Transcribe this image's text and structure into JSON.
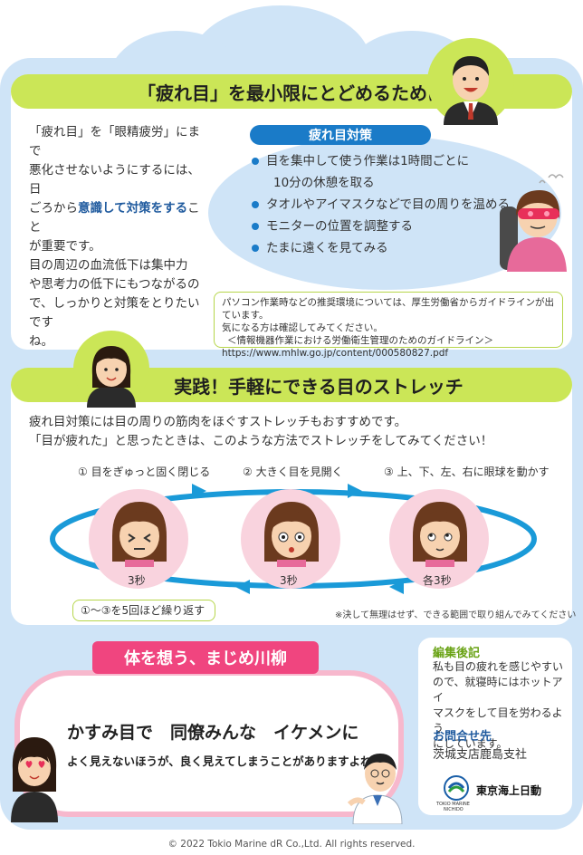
{
  "section1": {
    "title": "「疲れ目」を最小限にとどめるために",
    "intro_lines": [
      "「疲れ目」を「眼精疲労」にまで",
      "悪化させないようにするには、日",
      "ごろから",
      "意識して対策をする",
      "こと",
      "が重要です。",
      "目の周辺の血流低下は集中力",
      "や思考力の低下にもつながるの",
      "で、しっかりと対策をとりたいです",
      "ね。"
    ],
    "measures_title": "疲れ目対策",
    "measures": [
      "目を集中して使う作業は1時間ごとに",
      "10分の休憩を取る",
      "タオルやアイマスクなどで目の周りを温める",
      "モニターの位置を調整する",
      "たまに遠くを見てみる"
    ],
    "note_lines": [
      "パソコン作業時などの推奨環境については、厚生労働省からガイドラインが出ています。",
      "気になる方は確認してみてください。",
      "＜情報機器作業における労働衛生管理のためのガイドライン＞",
      "https://www.mhlw.go.jp/content/000580827.pdf"
    ]
  },
  "section2": {
    "title": "実践！手軽にできる目のストレッチ",
    "intro_lines": [
      "疲れ目対策には目の周りの筋肉をほぐすストレッチもおすすめです。",
      "「目が疲れた」と思ったときは、このような方法でストレッチをしてみてください！"
    ],
    "steps": [
      {
        "label": "① 目をぎゅっと固く閉じる",
        "duration": "3秒"
      },
      {
        "label": "② 大きく目を見開く",
        "duration": "3秒"
      },
      {
        "label": "③ 上、下、左、右に眼球を動かす",
        "duration": "各3秒"
      }
    ],
    "repeat": "①～③を5回ほど繰り返す",
    "caution": "※決して無理はせず、できる範囲で取り組んでみてください"
  },
  "senryu": {
    "banner": "体を想う、まじめ川柳",
    "poem": "かすみ目で　同僚みんな　イケメンに",
    "comment": "よく見えないほうが、良く見えてしまうことがありますよね。"
  },
  "editor": {
    "title": "編集後記",
    "lines": [
      "私も目の疲れを感じやすい",
      "ので、就寝時にはホットアイ",
      "マスクをして目を労わるよう",
      "にしています。"
    ],
    "contact_title": "お問合せ先",
    "contact": "茨城支店鹿島支社",
    "logo_text": "東京海上日動",
    "logo_small_1": "TOKIO MARINE",
    "logo_small_2": "NICHIDO"
  },
  "footer": {
    "copyright": "© 2022  Tokio Marine dR  Co.,Ltd. All rights reserved."
  },
  "colors": {
    "panel": "#cfe4f7",
    "green": "#cbe657",
    "blue": "#1a7bc8",
    "pink": "#f0457f"
  }
}
